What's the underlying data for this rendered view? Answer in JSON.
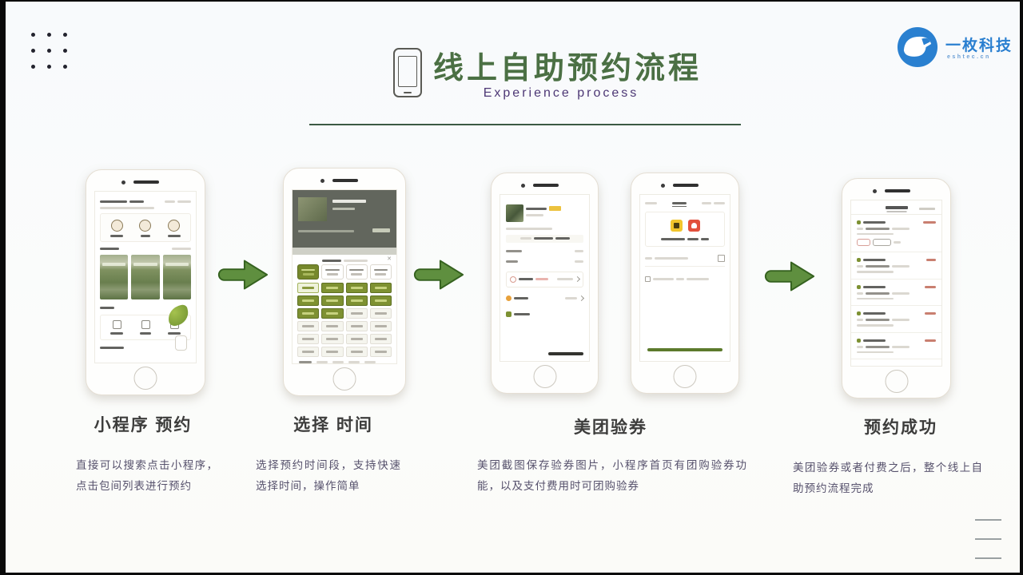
{
  "header": {
    "title": "线上自助预约流程",
    "subtitle": "Experience process"
  },
  "logo": {
    "name": "一枚科技",
    "domain": "eshtec.cn"
  },
  "steps": [
    {
      "label": "小程序 预约",
      "desc": "直接可以搜索点击小程序，点击包间列表进行预约"
    },
    {
      "label": "选择 时间",
      "desc": "选择预约时间段，支持快速选择时间，操作简单"
    },
    {
      "label": "美团验券",
      "desc": "美团截图保存验券图片，小程序首页有团购验券功能，以及支付费用时可团购验券"
    },
    {
      "label": "预约成功",
      "desc": "美团验券或者付费之后，整个线上自助预约流程完成"
    }
  ],
  "colors": {
    "title_green": "#4b7044",
    "subtitle_purple": "#4d3775",
    "rule_green": "#3c5a44",
    "arrow_fill": "#5f8f3f",
    "arrow_stroke": "#35621f",
    "logo_blue": "#2a7fd0",
    "olive_slot": "#7e9132",
    "meituan_yellow": "#f2c52c",
    "dianping_red": "#e2503c"
  },
  "phone2_time_grid": [
    [
      2,
      1,
      1,
      1
    ],
    [
      1,
      1,
      1,
      1
    ],
    [
      1,
      1,
      0,
      0
    ],
    [
      0,
      0,
      0,
      0
    ],
    [
      0,
      0,
      0,
      0
    ],
    [
      0,
      0,
      0,
      0
    ]
  ]
}
